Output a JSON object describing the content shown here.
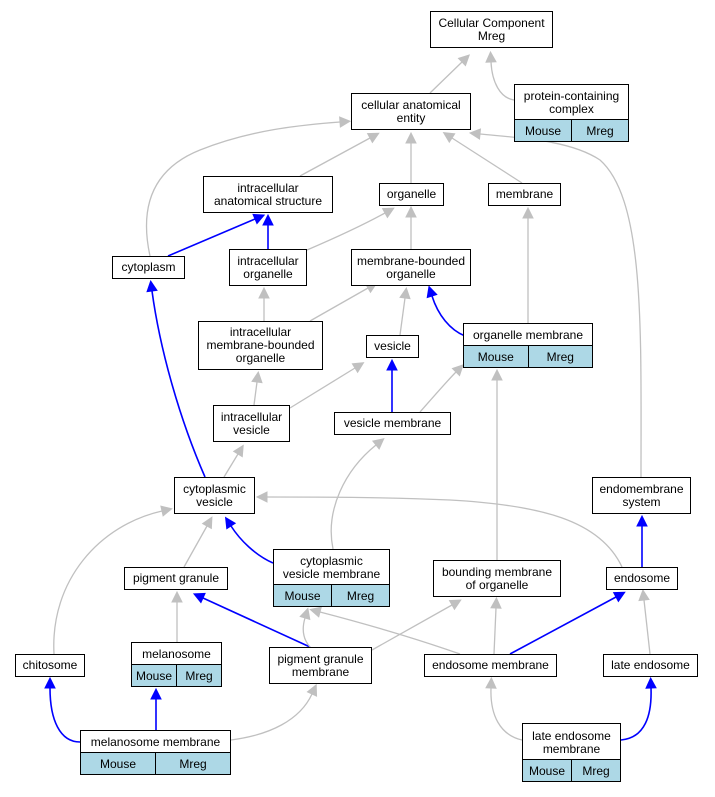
{
  "colors": {
    "is_a": "#c0c0c0",
    "part_of": "#0000ff",
    "tag_bg": "#add8e6"
  },
  "nodes": {
    "cellular_component_mreg": {
      "label": "Cellular Component\nMreg",
      "tags": []
    },
    "protein_containing_complex": {
      "label": "protein-containing\ncomplex",
      "tags": [
        "Mouse",
        "Mreg"
      ]
    },
    "cellular_anatomical_entity": {
      "label": "cellular anatomical\nentity",
      "tags": []
    },
    "intracellular_anatomical_structure": {
      "label": "intracellular\nanatomical structure",
      "tags": []
    },
    "organelle": {
      "label": "organelle",
      "tags": []
    },
    "membrane": {
      "label": "membrane",
      "tags": []
    },
    "cytoplasm": {
      "label": "cytoplasm",
      "tags": []
    },
    "intracellular_organelle": {
      "label": "intracellular\norganelle",
      "tags": []
    },
    "membrane_bounded_organelle": {
      "label": "membrane-bounded\norganelle",
      "tags": []
    },
    "intracellular_membrane_bounded_organelle": {
      "label": "intracellular\nmembrane-bounded\norganelle",
      "tags": []
    },
    "vesicle": {
      "label": "vesicle",
      "tags": []
    },
    "organelle_membrane": {
      "label": "organelle membrane",
      "tags": [
        "Mouse",
        "Mreg"
      ]
    },
    "intracellular_vesicle": {
      "label": "intracellular\nvesicle",
      "tags": []
    },
    "vesicle_membrane": {
      "label": "vesicle membrane",
      "tags": []
    },
    "cytoplasmic_vesicle": {
      "label": "cytoplasmic\nvesicle",
      "tags": []
    },
    "endomembrane_system": {
      "label": "endomembrane\nsystem",
      "tags": []
    },
    "pigment_granule": {
      "label": "pigment granule",
      "tags": []
    },
    "cytoplasmic_vesicle_membrane": {
      "label": "cytoplasmic\nvesicle membrane",
      "tags": [
        "Mouse",
        "Mreg"
      ]
    },
    "bounding_membrane_of_organelle": {
      "label": "bounding membrane\nof organelle",
      "tags": []
    },
    "endosome": {
      "label": "endosome",
      "tags": []
    },
    "chitosome": {
      "label": "chitosome",
      "tags": []
    },
    "melanosome": {
      "label": "melanosome",
      "tags": [
        "Mouse",
        "Mreg"
      ]
    },
    "pigment_granule_membrane": {
      "label": "pigment granule\nmembrane",
      "tags": []
    },
    "endosome_membrane": {
      "label": "endosome membrane",
      "tags": []
    },
    "late_endosome": {
      "label": "late endosome",
      "tags": []
    },
    "melanosome_membrane": {
      "label": "melanosome membrane",
      "tags": [
        "Mouse",
        "Mreg"
      ]
    },
    "late_endosome_membrane": {
      "label": "late endosome\nmembrane",
      "tags": [
        "Mouse",
        "Mreg"
      ]
    }
  },
  "edges": [
    {
      "from": "protein_containing_complex",
      "to": "cellular_component_mreg",
      "type": "is_a"
    },
    {
      "from": "cellular_anatomical_entity",
      "to": "cellular_component_mreg",
      "type": "is_a"
    },
    {
      "from": "intracellular_anatomical_structure",
      "to": "cellular_anatomical_entity",
      "type": "is_a"
    },
    {
      "from": "organelle",
      "to": "cellular_anatomical_entity",
      "type": "is_a"
    },
    {
      "from": "membrane",
      "to": "cellular_anatomical_entity",
      "type": "is_a"
    },
    {
      "from": "cytoplasm",
      "to": "cellular_anatomical_entity",
      "type": "is_a"
    },
    {
      "from": "endomembrane_system",
      "to": "cellular_anatomical_entity",
      "type": "is_a"
    },
    {
      "from": "cytoplasm",
      "to": "intracellular_anatomical_structure",
      "type": "part_of"
    },
    {
      "from": "intracellular_organelle",
      "to": "intracellular_anatomical_structure",
      "type": "part_of"
    },
    {
      "from": "intracellular_organelle",
      "to": "organelle",
      "type": "is_a"
    },
    {
      "from": "membrane_bounded_organelle",
      "to": "organelle",
      "type": "is_a"
    },
    {
      "from": "organelle_membrane",
      "to": "membrane",
      "type": "is_a"
    },
    {
      "from": "intracellular_membrane_bounded_organelle",
      "to": "intracellular_organelle",
      "type": "is_a"
    },
    {
      "from": "intracellular_membrane_bounded_organelle",
      "to": "membrane_bounded_organelle",
      "type": "is_a"
    },
    {
      "from": "vesicle",
      "to": "membrane_bounded_organelle",
      "type": "is_a"
    },
    {
      "from": "organelle_membrane",
      "to": "membrane_bounded_organelle",
      "type": "part_of"
    },
    {
      "from": "intracellular_vesicle",
      "to": "intracellular_membrane_bounded_organelle",
      "type": "is_a"
    },
    {
      "from": "intracellular_vesicle",
      "to": "vesicle",
      "type": "is_a"
    },
    {
      "from": "vesicle_membrane",
      "to": "vesicle",
      "type": "part_of"
    },
    {
      "from": "vesicle_membrane",
      "to": "organelle_membrane",
      "type": "is_a"
    },
    {
      "from": "cytoplasmic_vesicle",
      "to": "intracellular_vesicle",
      "type": "is_a"
    },
    {
      "from": "cytoplasmic_vesicle",
      "to": "cytoplasm",
      "type": "part_of"
    },
    {
      "from": "cytoplasmic_vesicle_membrane",
      "to": "vesicle_membrane",
      "type": "is_a"
    },
    {
      "from": "bounding_membrane_of_organelle",
      "to": "organelle_membrane",
      "type": "is_a"
    },
    {
      "from": "endosome",
      "to": "endomembrane_system",
      "type": "part_of"
    },
    {
      "from": "endosome",
      "to": "cytoplasmic_vesicle",
      "type": "is_a"
    },
    {
      "from": "pigment_granule",
      "to": "cytoplasmic_vesicle",
      "type": "is_a"
    },
    {
      "from": "cytoplasmic_vesicle_membrane",
      "to": "cytoplasmic_vesicle",
      "type": "part_of"
    },
    {
      "from": "chitosome",
      "to": "cytoplasmic_vesicle",
      "type": "is_a"
    },
    {
      "from": "melanosome",
      "to": "pigment_granule",
      "type": "is_a"
    },
    {
      "from": "pigment_granule_membrane",
      "to": "pigment_granule",
      "type": "part_of"
    },
    {
      "from": "pigment_granule_membrane",
      "to": "cytoplasmic_vesicle_membrane",
      "type": "is_a"
    },
    {
      "from": "pigment_granule_membrane",
      "to": "bounding_membrane_of_organelle",
      "type": "is_a"
    },
    {
      "from": "endosome_membrane",
      "to": "cytoplasmic_vesicle_membrane",
      "type": "is_a"
    },
    {
      "from": "endosome_membrane",
      "to": "bounding_membrane_of_organelle",
      "type": "is_a"
    },
    {
      "from": "endosome_membrane",
      "to": "endosome",
      "type": "part_of"
    },
    {
      "from": "late_endosome",
      "to": "endosome",
      "type": "is_a"
    },
    {
      "from": "melanosome_membrane",
      "to": "melanosome",
      "type": "part_of"
    },
    {
      "from": "melanosome_membrane",
      "to": "chitosome",
      "type": "part_of"
    },
    {
      "from": "melanosome_membrane",
      "to": "pigment_granule_membrane",
      "type": "is_a"
    },
    {
      "from": "late_endosome_membrane",
      "to": "endosome_membrane",
      "type": "is_a"
    },
    {
      "from": "late_endosome_membrane",
      "to": "late_endosome",
      "type": "part_of"
    }
  ]
}
